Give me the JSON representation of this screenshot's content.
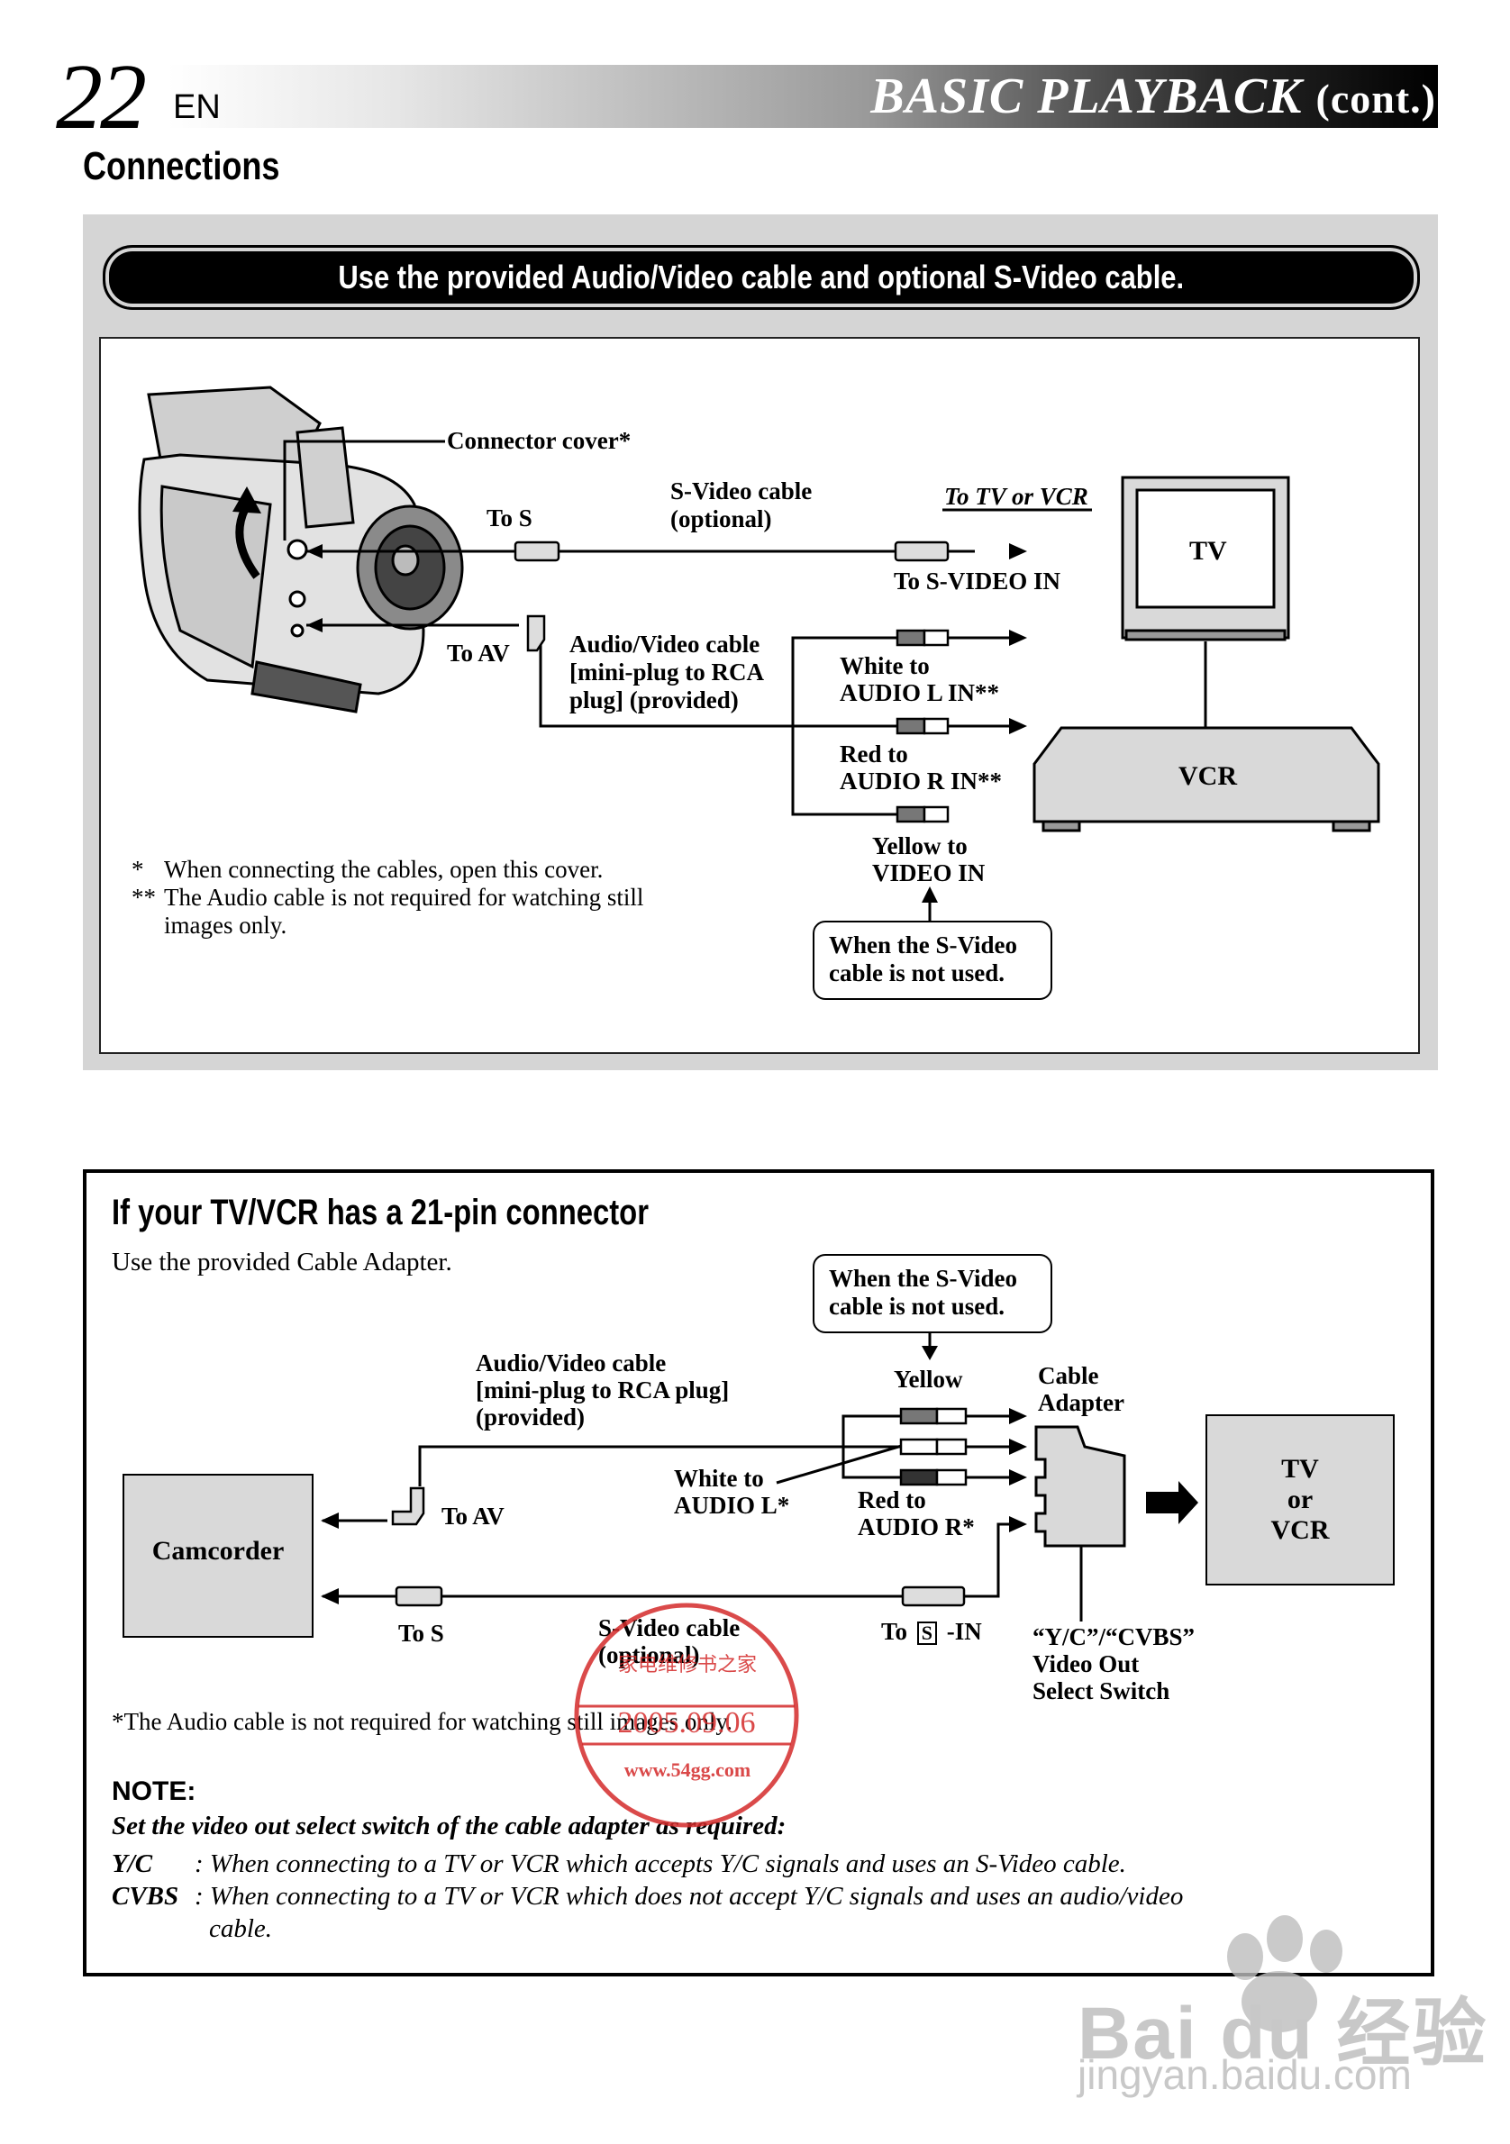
{
  "header": {
    "page_number": "22",
    "language": "EN",
    "title": "BASIC   PLAYBACK",
    "title_suffix": "(cont.)"
  },
  "section": {
    "title": "Connections",
    "banner": "Use the provided Audio/Video cable and optional S-Video cable."
  },
  "diagram1": {
    "connector_cover": "Connector cover*",
    "to_s": "To S",
    "s_video_cable": "S-Video cable",
    "s_video_optional": "(optional)",
    "to_tv_or_vcr": "To TV or VCR",
    "tv": "TV",
    "to_s_video_in": "To S-VIDEO IN",
    "to_av": "To AV",
    "av_cable_line1": "Audio/Video cable",
    "av_cable_line2": "[mini-plug to RCA",
    "av_cable_line3": "plug] (provided)",
    "white_line1": "White to",
    "white_line2": "AUDIO L IN**",
    "red_line1": "Red to",
    "red_line2": "AUDIO R IN**",
    "vcr": "VCR",
    "yellow_line1": "Yellow to",
    "yellow_line2": "VIDEO IN",
    "svideo_note_line1": "When the S-Video",
    "svideo_note_line2": "cable is not used.",
    "footnote1_mark": "*",
    "footnote1": "When connecting the cables, open this cover.",
    "footnote2_mark": "**",
    "footnote2_line1": "The Audio cable is not required for watching still",
    "footnote2_line2": "images only."
  },
  "diagram2": {
    "title": "If your TV/VCR has a 21-pin connector",
    "subtitle": "Use the provided Cable Adapter.",
    "svideo_note_line1": "When the S-Video",
    "svideo_note_line2": "cable is not used.",
    "av_cable_line1": "Audio/Video cable",
    "av_cable_line2": "[mini-plug to RCA plug]",
    "av_cable_line3": "(provided)",
    "yellow": "Yellow",
    "cable_adapter_line1": "Cable",
    "cable_adapter_line2": "Adapter",
    "tv_or_vcr_line1": "TV",
    "tv_or_vcr_line2": "or",
    "tv_or_vcr_line3": "VCR",
    "camcorder": "Camcorder",
    "to_av": "To AV",
    "white_line1": "White to",
    "white_line2": "AUDIO L*",
    "red_line1": "Red to",
    "red_line2": "AUDIO R*",
    "to_s": "To S",
    "s_video_cable": "S-Video cable",
    "s_video_optional": "(optional)",
    "to_s_in_prefix": "To",
    "to_s_in_symbol": "S",
    "to_s_in_suffix": "-IN",
    "switch_line1": "“Y/C”/“CVBS”",
    "switch_line2": "Video Out",
    "switch_line3": "Select Switch",
    "footnote": "*The Audio cable is not required for watching still images only.",
    "note_title": "NOTE:",
    "note_lead": "Set the video out select switch of the cable adapter as required:",
    "yc_term": "Y/C",
    "yc_text": ": When connecting to a TV or VCR which accepts Y/C signals and uses an S-Video cable.",
    "cvbs_term": "CVBS",
    "cvbs_text_line1": ": When connecting to a TV or VCR which does not accept Y/C signals and uses an audio/video",
    "cvbs_text_line2": "cable."
  },
  "stamp": {
    "top_text": "家电维修书之家",
    "date": "2005.09.06",
    "url": "www.54gg.com"
  },
  "watermark": {
    "brand": "Bai du 经验",
    "url": "jingyan.baidu.com"
  },
  "colors": {
    "panel_gray": "#d5d5d5",
    "box_gray": "#d9d9d9",
    "stamp_red": "#d42a2a"
  }
}
